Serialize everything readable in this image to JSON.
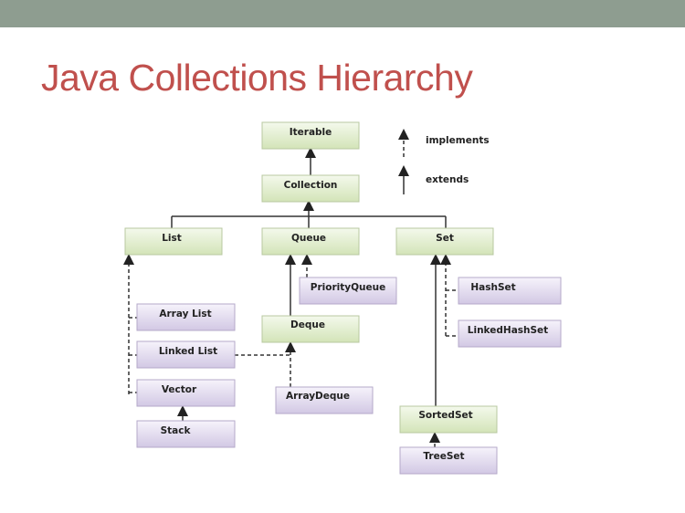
{
  "slide": {
    "title": "Java Collections Hierarchy"
  },
  "legend": {
    "implements": "implements",
    "extends": "extends"
  },
  "nodes": {
    "iterable": "Iterable",
    "collection": "Collection",
    "list": "List",
    "queue": "Queue",
    "set": "Set",
    "priority_queue": "PriorityQueue",
    "hash_set": "HashSet",
    "array_list": "Array List",
    "deque": "Deque",
    "linked_hash_set": "LinkedHashSet",
    "linked_list": "Linked List",
    "vector": "Vector",
    "array_deque": "ArrayDeque",
    "sorted_set": "SortedSet",
    "stack": "Stack",
    "tree_set": "TreeSet"
  },
  "colors": {
    "title": "#c0504d",
    "interface_box": "#dfeccb",
    "class_box": "#ddd5ea",
    "top_bar": "#8e9d90"
  }
}
